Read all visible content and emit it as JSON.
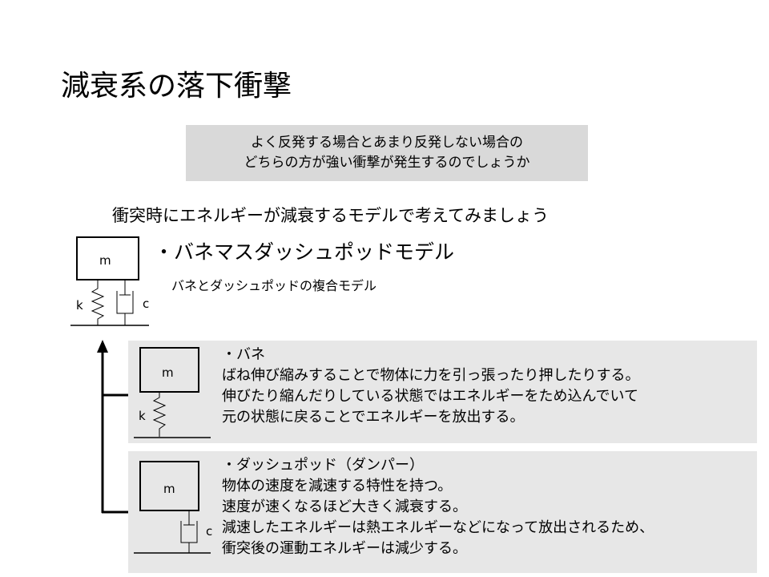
{
  "slide": {
    "title": "減衰系の落下衝撃",
    "question": {
      "lines": [
        "よく反発する場合とあまり反発しない場合の",
        "どちらの方が強い衝撃が発生するのでしょうか"
      ]
    },
    "intro": "衝突時にエネルギーが減衰するモデルで考えてみましょう",
    "model": {
      "heading": "・バネマスダッシュポッドモデル",
      "subheading": "バネとダッシュポッドの複合モデル"
    },
    "diagram_labels": {
      "mass": "m",
      "spring": "k",
      "damper": "c"
    },
    "spring_panel": {
      "lines": [
        "・バネ",
        "ばね伸び縮みすることで物体に力を引っ張ったり押したりする。",
        "伸びたり縮んだりしている状態ではエネルギーをため込んでいて",
        "元の状態に戻ることでエネルギーを放出する。"
      ]
    },
    "damper_panel": {
      "lines": [
        "・ダッシュポッド（ダンパー）",
        "物体の速度を減速する特性を持つ。",
        "速度が速くなるほど大きく減衰する。",
        "減速したエネルギーは熱エネルギーなどになって放出されるため、",
        "衝突後の運動エネルギーは減少する。"
      ]
    }
  }
}
